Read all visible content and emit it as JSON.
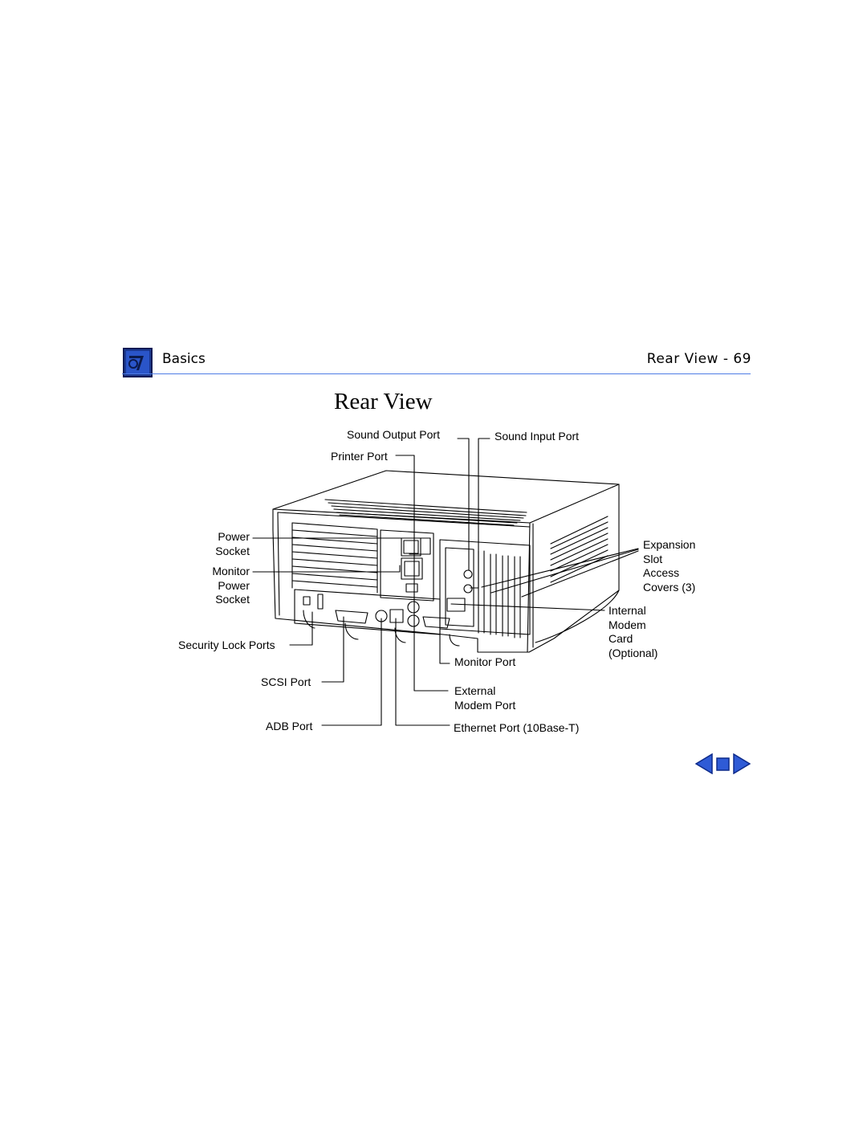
{
  "header": {
    "section": "Basics",
    "page_ref": "Rear View - 69",
    "accent_color": "#4f7de6",
    "icon": "apple-document-tab-icon"
  },
  "title": "Rear View",
  "callouts": {
    "sound_output_port": "Sound Output Port",
    "sound_input_port": "Sound Input Port",
    "printer_port": "Printer Port",
    "power_socket": "Power\nSocket",
    "monitor_power_socket": "Monitor\nPower\nSocket",
    "expansion_slot_access_covers": "Expansion\nSlot\nAccess\nCovers (3)",
    "internal_modem_card": "Internal\nModem\nCard\n(Optional)",
    "security_lock_ports": "Security Lock Ports",
    "monitor_port": "Monitor Port",
    "scsi_port": "SCSI Port",
    "external_modem_port": "External\nModem Port",
    "adb_port": "ADB Port",
    "ethernet_port": "Ethernet Port (10Base-T)"
  },
  "navigation": {
    "prev_icon": "triangle-left-icon",
    "home_icon": "square-stop-icon",
    "next_icon": "triangle-right-icon",
    "color": "#2f5bd6"
  }
}
